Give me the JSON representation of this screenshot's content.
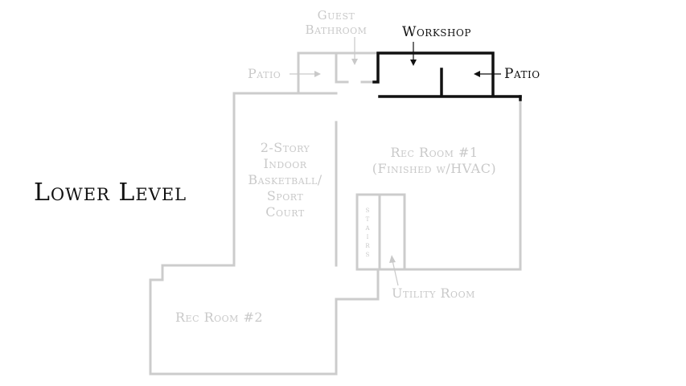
{
  "title": "Lower Level",
  "rooms": {
    "guest_bathroom": [
      "Guest",
      "Bathroom"
    ],
    "workshop": "Workshop",
    "patio_left": "Patio",
    "patio_right": "Patio",
    "basketball_court": [
      "2-Story",
      "Indoor",
      "Basketball/",
      "Sport",
      "Court"
    ],
    "rec_room_1": [
      "Rec Room #1",
      "(Finished w/HVAC)"
    ],
    "stairs": [
      "S",
      "T",
      "A",
      "I",
      "R",
      "S"
    ],
    "utility_room": "Utility Room",
    "rec_room_2": "Rec Room #2"
  },
  "colors": {
    "wall_grey": "#cccccc",
    "wall_highlight": "#111111",
    "label_grey": "#c9c9c9",
    "label_dark": "#111111"
  }
}
